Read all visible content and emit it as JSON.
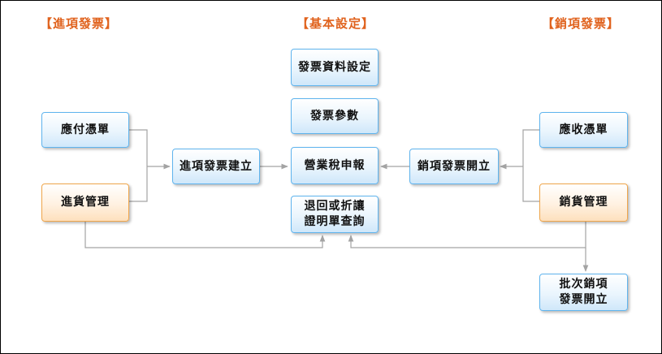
{
  "headings": {
    "purchase": "【進項發票】",
    "settings": "【基本設定】",
    "sales": "【銷項發票】"
  },
  "nodes": {
    "invoice_data_setup": "發票資料設定",
    "invoice_params": "發票參數",
    "vat_filing": "營業稅申報",
    "return_allowance_line1": "退回或折讓",
    "return_allowance_line2": "證明單查詢",
    "payable_voucher": "應付憑單",
    "purchase_management": "進貨管理",
    "purchase_invoice_create": "進項發票建立",
    "sales_invoice_issue": "銷項發票開立",
    "receivable_voucher": "應收憑單",
    "sales_management": "銷貨管理",
    "batch_sales_line1": "批次銷項",
    "batch_sales_line2": "發票開立"
  },
  "colors": {
    "heading": "#e0621d",
    "blue_border": "#5fb4ee",
    "orange_border": "#f0a64b",
    "connector": "#a3a3a3"
  }
}
